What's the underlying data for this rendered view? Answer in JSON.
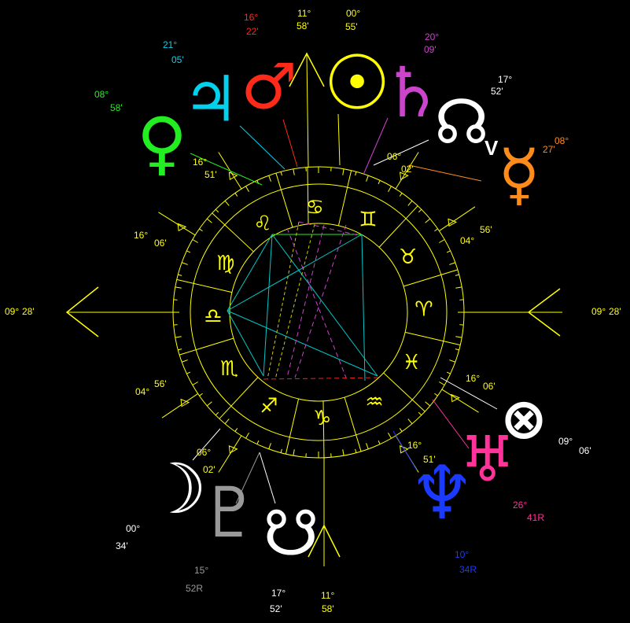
{
  "axes": {
    "asc": {
      "deg": "09°",
      "min": "28'"
    },
    "dsc": {
      "deg": "09°",
      "min": "28'"
    },
    "mc": {
      "deg": "11°",
      "min": "58'"
    },
    "ic": {
      "deg": "11°",
      "min": "58'"
    }
  },
  "cusps": [
    {
      "name": "cusp-2",
      "deg": "04°",
      "min": "56'"
    },
    {
      "name": "cusp-3",
      "deg": "06°",
      "min": "02'"
    },
    {
      "name": "cusp-5",
      "deg": "16°",
      "min": "51'"
    },
    {
      "name": "cusp-6",
      "deg": "16°",
      "min": "06'"
    },
    {
      "name": "cusp-8",
      "deg": "04°",
      "min": "56'"
    },
    {
      "name": "cusp-9",
      "deg": "06°",
      "min": "02'"
    },
    {
      "name": "cusp-11",
      "deg": "16°",
      "min": "51'"
    },
    {
      "name": "cusp-12",
      "deg": "16°",
      "min": "06'"
    }
  ],
  "signs": [
    {
      "name": "cancer",
      "glyph": "♋"
    },
    {
      "name": "gemini",
      "glyph": "♊"
    },
    {
      "name": "taurus",
      "glyph": "♉"
    },
    {
      "name": "aries",
      "glyph": "♈"
    },
    {
      "name": "pisces",
      "glyph": "♓"
    },
    {
      "name": "aquarius",
      "glyph": "♒"
    },
    {
      "name": "capricorn",
      "glyph": "♑"
    },
    {
      "name": "sagittarius",
      "glyph": "♐"
    },
    {
      "name": "scorpio",
      "glyph": "♏"
    },
    {
      "name": "libra",
      "glyph": "♎"
    },
    {
      "name": "virgo",
      "glyph": "♍"
    },
    {
      "name": "leo",
      "glyph": "♌"
    }
  ],
  "planets": [
    {
      "name": "sun",
      "glyph": "☉",
      "color": "#ffff00",
      "deg": "00°",
      "min": "55'"
    },
    {
      "name": "mars",
      "glyph": "♂",
      "color": "#ff2a1a",
      "deg": "16°",
      "min": "22'"
    },
    {
      "name": "jupiter",
      "glyph": "♃",
      "color": "#00d2ee",
      "deg": "21°",
      "min": "05'"
    },
    {
      "name": "venus",
      "glyph": "♀",
      "color": "#22ee22",
      "deg": "08°",
      "min": "58'"
    },
    {
      "name": "saturn",
      "glyph": "♄",
      "color": "#cc44cc",
      "deg": "20°",
      "min": "09'"
    },
    {
      "name": "north-node",
      "glyph": "☊",
      "color": "#ffffff",
      "deg": "17°",
      "min": "52'",
      "suffix": "V"
    },
    {
      "name": "mercury",
      "glyph": "☿",
      "color": "#ff8c1a",
      "deg": "08°",
      "min": "27'"
    },
    {
      "name": "part-of-fortune",
      "glyph": "⊗",
      "color": "#ffffff",
      "deg": "09°",
      "min": "06'"
    },
    {
      "name": "uranus",
      "glyph": "♅",
      "color": "#ff3399",
      "deg": "26°",
      "min": "41R"
    },
    {
      "name": "neptune",
      "glyph": "♆",
      "color": "#1a3aff",
      "deg": "10°",
      "min": "34R"
    },
    {
      "name": "south-node",
      "glyph": "☋",
      "color": "#ffffff",
      "deg": "17°",
      "min": "52'"
    },
    {
      "name": "pluto",
      "glyph": "♇",
      "color": "#999999",
      "deg": "15°",
      "min": "52R"
    },
    {
      "name": "moon",
      "glyph": "☽",
      "color": "#ffffff",
      "deg": "00°",
      "min": "34'"
    }
  ],
  "colors": {
    "wheel": "#ffff00",
    "background": "#000000"
  }
}
